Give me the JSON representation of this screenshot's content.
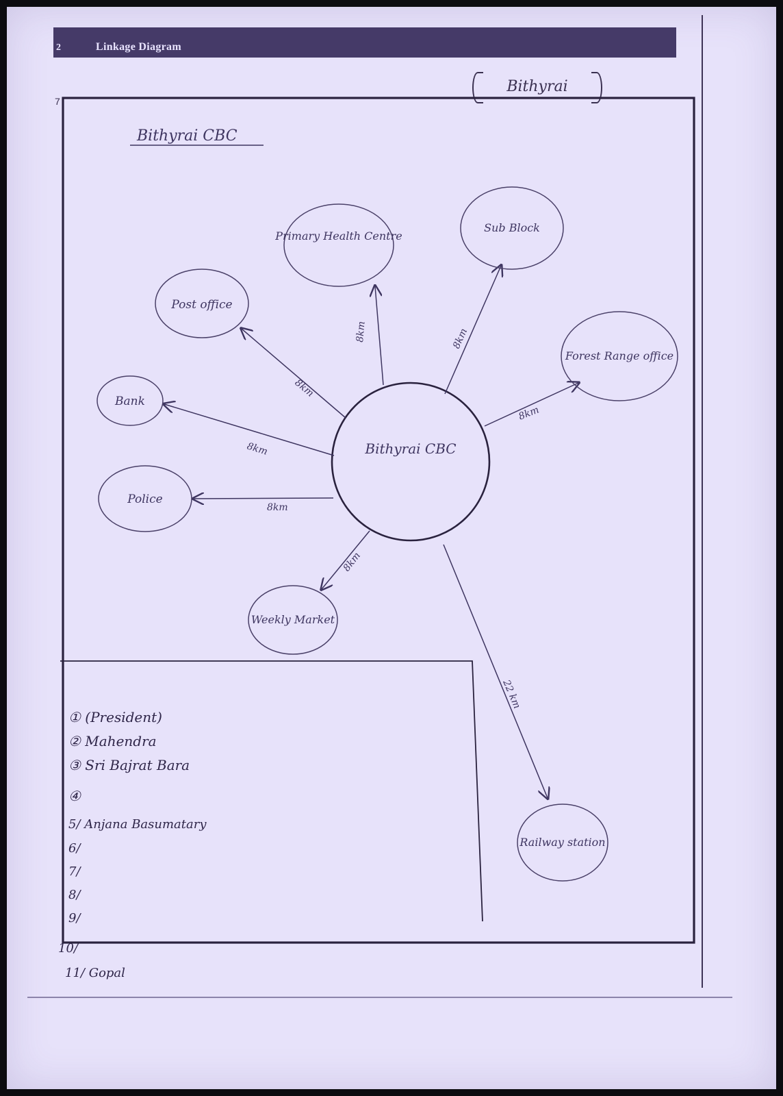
{
  "header": {
    "page_number": "2",
    "section_title": "Linkage Diagram",
    "corner_label": "Bithyrai"
  },
  "page_mark": "7",
  "diagram": {
    "title": "Bithyrai CBC",
    "center": "Bithyrai CBC",
    "nodes": [
      {
        "label": "Post office",
        "link_label": "8km"
      },
      {
        "label": "Primary Health Centre",
        "link_label": "8km"
      },
      {
        "label": "Sub Block",
        "link_label": "8km"
      },
      {
        "label": "Forest Range office",
        "link_label": "8km"
      },
      {
        "label": "Bank",
        "link_label": "8km"
      },
      {
        "label": "Police",
        "link_label": "8km"
      },
      {
        "label": "Weekly Market",
        "link_label": "8km"
      },
      {
        "label": "Railway station",
        "link_label": "22 km"
      }
    ]
  },
  "legend": [
    "① (President)",
    "② Mahendra",
    "③ Sri Bajrat Bara",
    "④",
    "5/ Anjana Basumatary",
    "6/",
    "7/",
    "8/",
    "9/",
    "10/",
    "11/ Gopal"
  ]
}
